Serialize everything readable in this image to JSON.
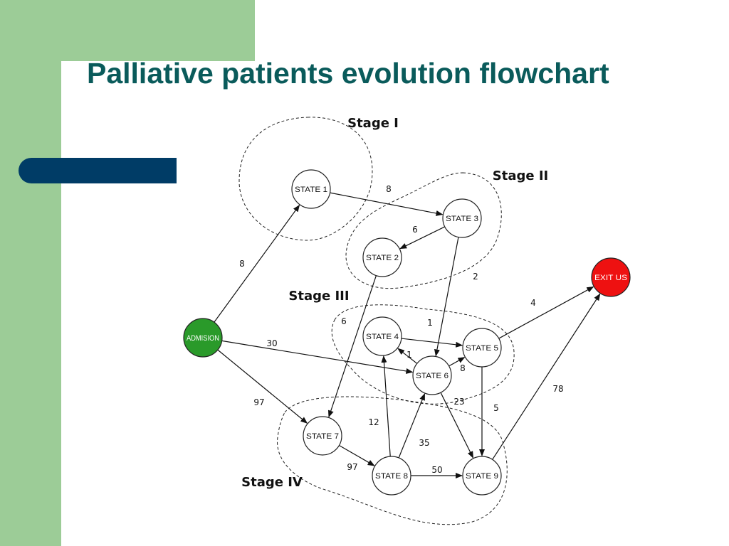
{
  "slide": {
    "title": "Palliative patients evolution flowchart",
    "colors": {
      "background": "#ffffff",
      "band": "#9ccc97",
      "accent_bar": "#003c66",
      "title": "#0a5b5b",
      "admission_node": "#2a9a2a",
      "exitus_node": "#ee1111"
    }
  },
  "flowchart": {
    "stages": [
      {
        "id": "stage1",
        "label": "Stage I"
      },
      {
        "id": "stage2",
        "label": "Stage II"
      },
      {
        "id": "stage3",
        "label": "Stage III"
      },
      {
        "id": "stage4",
        "label": "Stage IV"
      }
    ],
    "nodes": [
      {
        "id": "admision",
        "label": "ADMISION"
      },
      {
        "id": "state1",
        "label": "STATE 1"
      },
      {
        "id": "state2",
        "label": "STATE 2"
      },
      {
        "id": "state3",
        "label": "STATE 3"
      },
      {
        "id": "state4",
        "label": "STATE 4"
      },
      {
        "id": "state5",
        "label": "STATE 5"
      },
      {
        "id": "state6",
        "label": "STATE 6"
      },
      {
        "id": "state7",
        "label": "STATE 7"
      },
      {
        "id": "state8",
        "label": "STATE 8"
      },
      {
        "id": "state9",
        "label": "STATE 9"
      },
      {
        "id": "exitus",
        "label": "EXIT US"
      }
    ],
    "edges": [
      {
        "from": "admision",
        "to": "state1",
        "label": "8"
      },
      {
        "from": "state1",
        "to": "state3",
        "label": "8"
      },
      {
        "from": "state3",
        "to": "state2",
        "label": "6"
      },
      {
        "from": "state3",
        "to": "state6",
        "label": "2"
      },
      {
        "from": "state2",
        "to": "state7",
        "label": "6"
      },
      {
        "from": "admision",
        "to": "state6",
        "label": "30"
      },
      {
        "from": "admision",
        "to": "state7",
        "label": "97"
      },
      {
        "from": "state4",
        "to": "state5",
        "label": "1"
      },
      {
        "from": "state6",
        "to": "state4",
        "label": "1"
      },
      {
        "from": "state6",
        "to": "state5",
        "label": "8"
      },
      {
        "from": "state5",
        "to": "exitus",
        "label": "4"
      },
      {
        "from": "state5",
        "to": "state9",
        "label": "5"
      },
      {
        "from": "state6",
        "to": "state9",
        "label": "23"
      },
      {
        "from": "state7",
        "to": "state8",
        "label": "97"
      },
      {
        "from": "state8",
        "to": "state4",
        "label": "12"
      },
      {
        "from": "state8",
        "to": "state6",
        "label": "35"
      },
      {
        "from": "state8",
        "to": "state9",
        "label": "50"
      },
      {
        "from": "state9",
        "to": "exitus",
        "label": "78"
      }
    ]
  }
}
